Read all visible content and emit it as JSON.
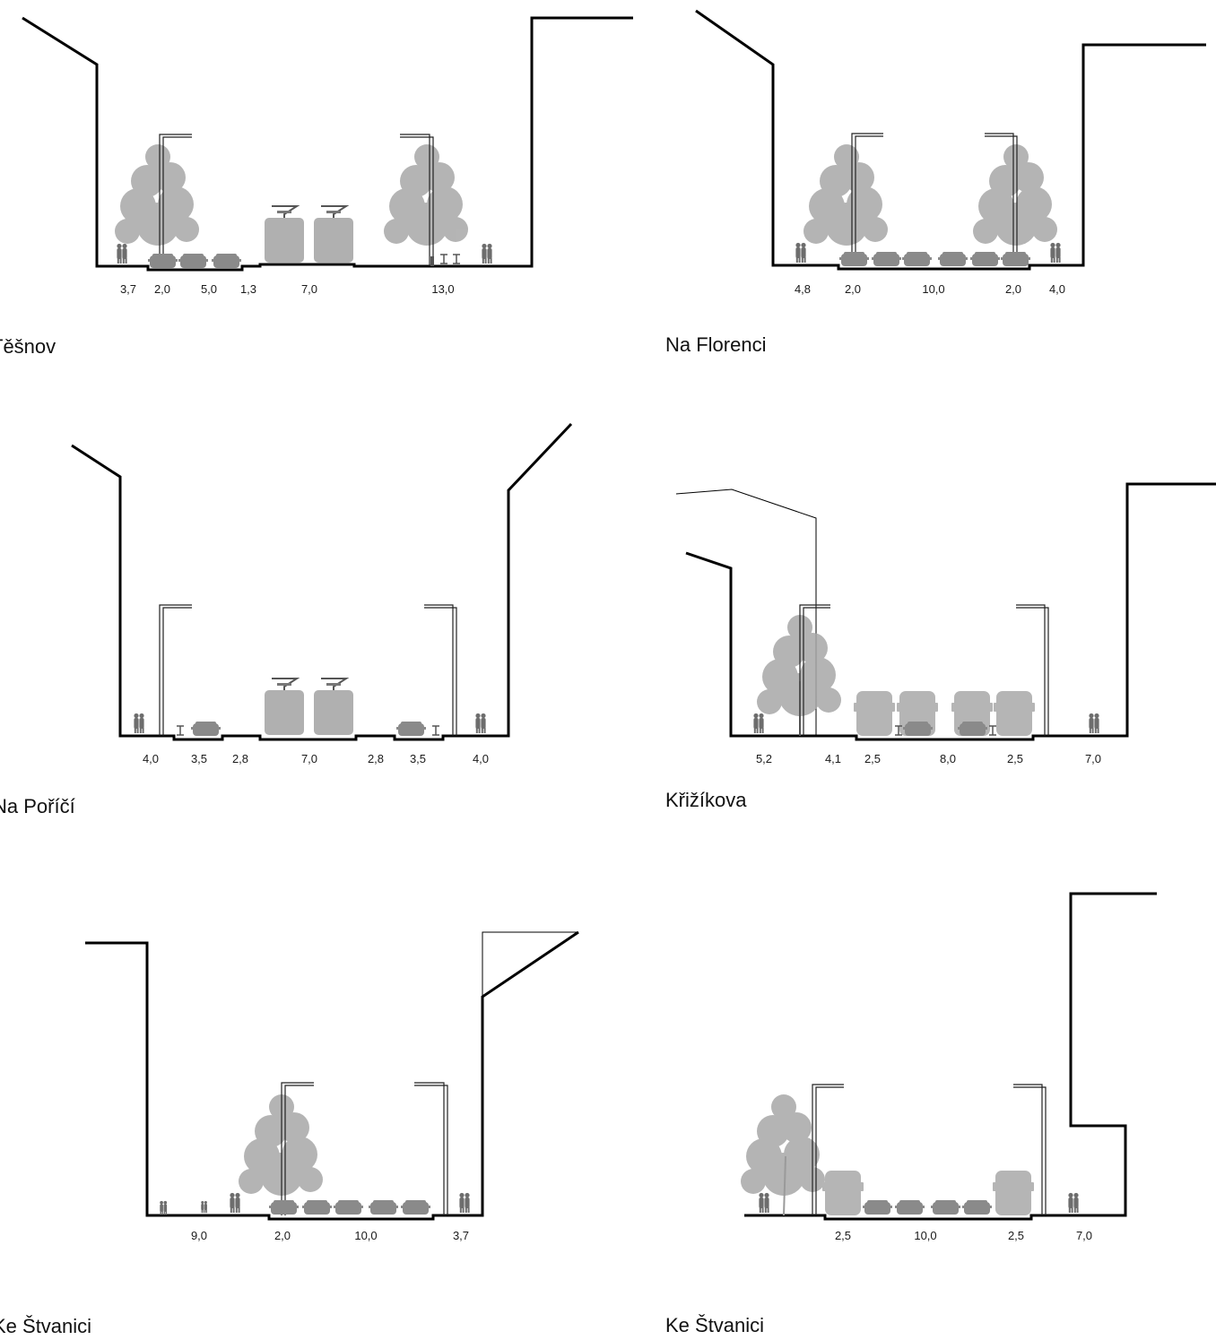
{
  "sections": [
    {
      "id": "tesnov",
      "title": "Těšnov",
      "dims": [
        "3,7",
        "2,0",
        "5,0",
        "1,3",
        "7,0",
        "13,0"
      ]
    },
    {
      "id": "florenc",
      "title": "Na Florenci",
      "dims": [
        "4,8",
        "2,0",
        "10,0",
        "2,0",
        "4,0"
      ]
    },
    {
      "id": "porici",
      "title": "Na Poříčí",
      "dims": [
        "4,0",
        "3,5",
        "2,8",
        "7,0",
        "2,8",
        "3,5",
        "4,0"
      ]
    },
    {
      "id": "krizik",
      "title": "Křižíkova",
      "dims": [
        "5,2",
        "4,1",
        "2,5",
        "8,0",
        "2,5",
        "7,0"
      ]
    },
    {
      "id": "stvan1",
      "title": "Ke Štvanici",
      "dims": [
        "9,0",
        "2,0",
        "10,0",
        "3,7"
      ]
    },
    {
      "id": "stvan2",
      "title": "Ke Štvanici",
      "dims": [
        "2,5",
        "10,0",
        "2,5",
        "7,0"
      ]
    }
  ],
  "colors": {
    "wall": "#000000",
    "car": "#8a8a8a",
    "bus": "#b5b5b5",
    "tram": "#b0b0b0",
    "tree": "#a8a8a8",
    "people": "#6d6d6d"
  },
  "icons": [
    "person-icon",
    "car-icon",
    "bus-icon",
    "tram-icon",
    "tree-icon",
    "streetlamp-icon",
    "bike-rack-icon"
  ]
}
